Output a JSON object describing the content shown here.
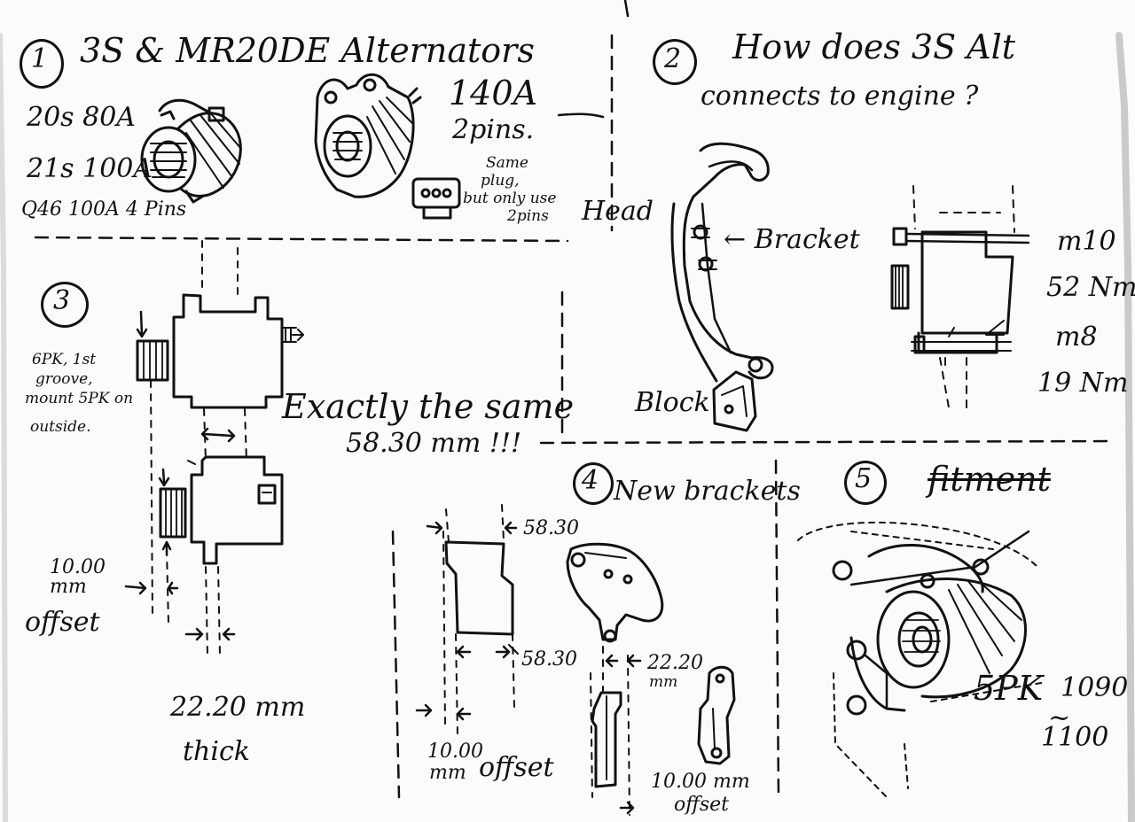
{
  "section1": {
    "number": "1",
    "title": "3S & MR20DE Alternators",
    "left_spec_1": "20s 80A",
    "left_spec_2": "21s 100A",
    "left_spec_3": "Q46 100A 4 Pins",
    "right_spec_1": "140A",
    "right_spec_2": "2pins.",
    "plug_note_1": "Same",
    "plug_note_2": "plug,",
    "plug_note_3": "but only use",
    "plug_note_4": "2pins"
  },
  "section2": {
    "number": "2",
    "question_1": "How does 3S Alt",
    "question_2": "connects to engine ?",
    "label_head": "Head",
    "label_bracket": "← Bracket",
    "label_block": "Block",
    "bolt_1": "m10",
    "torque_1": "52 Nm",
    "bolt_2": "m8",
    "torque_2": "19 Nm"
  },
  "section3": {
    "number": "3",
    "note_1": "6PK, 1st",
    "note_2": "groove,",
    "note_3": "mount 5PK on",
    "note_4": "outside.",
    "exact_1": "Exactly the same",
    "exact_2": "58.30 mm !!!",
    "offset_1": "10.00",
    "offset_2": "mm",
    "offset_3": "offset",
    "thick_1": "22.20 mm",
    "thick_2": "thick"
  },
  "section4": {
    "number": "4",
    "title": "New brackets",
    "dim_top": "58.30",
    "dim_mid": "58.30",
    "dim_thick_1": "22.20",
    "dim_thick_2": "mm",
    "offset_1": "10.00",
    "offset_2": "mm",
    "offset_3": "offset",
    "offset_b_1": "10.00 mm",
    "offset_b_2": "offset"
  },
  "section5": {
    "number": "5",
    "title": "fitment",
    "belt": "5PK",
    "len_1": "1090",
    "len_sep": "~",
    "len_2": "1100"
  },
  "ink_color": "#111111",
  "paper_color": "#fbfbfa"
}
